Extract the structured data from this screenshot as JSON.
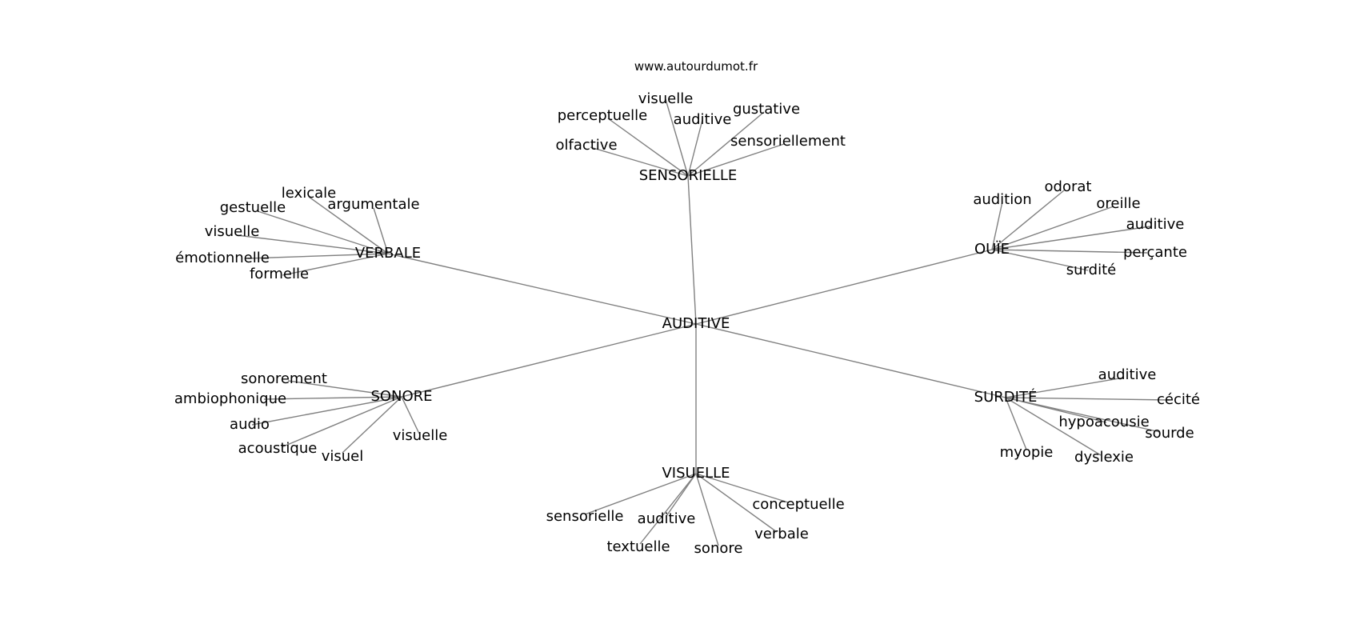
{
  "site": "www.autourdumot.fr",
  "center": "AUDITIVE",
  "groups": [
    {
      "hub": "SENSORIELLE",
      "leaves": [
        "visuelle",
        "perceptuelle",
        "auditive",
        "gustative",
        "olfactive",
        "sensoriellement"
      ]
    },
    {
      "hub": "VERBALE",
      "leaves": [
        "lexicale",
        "gestuelle",
        "argumentale",
        "visuelle",
        "émotionnelle",
        "formelle"
      ]
    },
    {
      "hub": "OUÏE",
      "leaves": [
        "odorat",
        "audition",
        "oreille",
        "auditive",
        "perçante",
        "surdité"
      ]
    },
    {
      "hub": "SONORE",
      "leaves": [
        "sonorement",
        "ambiophonique",
        "audio",
        "acoustique",
        "visuel",
        "visuelle"
      ]
    },
    {
      "hub": "SURDITÉ",
      "leaves": [
        "auditive",
        "cécité",
        "hypoacousie",
        "sourde",
        "myopie",
        "dyslexie"
      ]
    },
    {
      "hub": "VISUELLE",
      "leaves": [
        "sensorielle",
        "auditive",
        "textuelle",
        "sonore",
        "conceptuelle",
        "verbale"
      ]
    }
  ]
}
